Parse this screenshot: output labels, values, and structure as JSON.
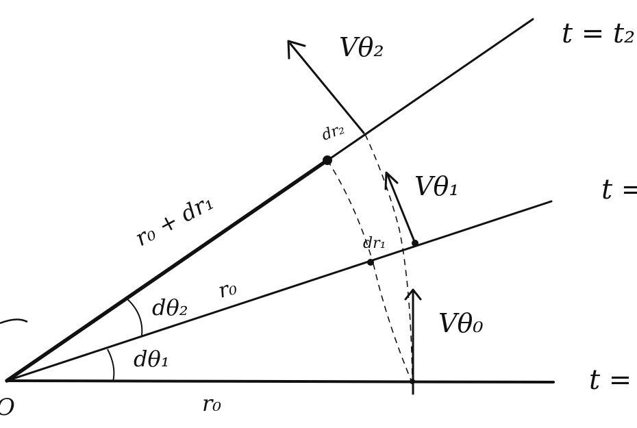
{
  "diagram": {
    "ink_color": "#111111",
    "background": "#ffffff",
    "origin_label": "O",
    "time_labels": {
      "t2": "t = t₂",
      "t1": "t =",
      "t0": "t ="
    },
    "radius_labels": {
      "bottom_ray": "r₀",
      "middle_ray": "r₀",
      "top_ray": "r₀ + dr₁"
    },
    "angle_labels": {
      "lower": "dθ₁",
      "upper": "dθ₂"
    },
    "increment_labels": {
      "dr1": "dr₁",
      "dr2": "dr₂"
    },
    "velocity_labels": {
      "v0": "Vθ₀",
      "v1": "Vθ₁",
      "v2": "Vθ₂"
    }
  }
}
